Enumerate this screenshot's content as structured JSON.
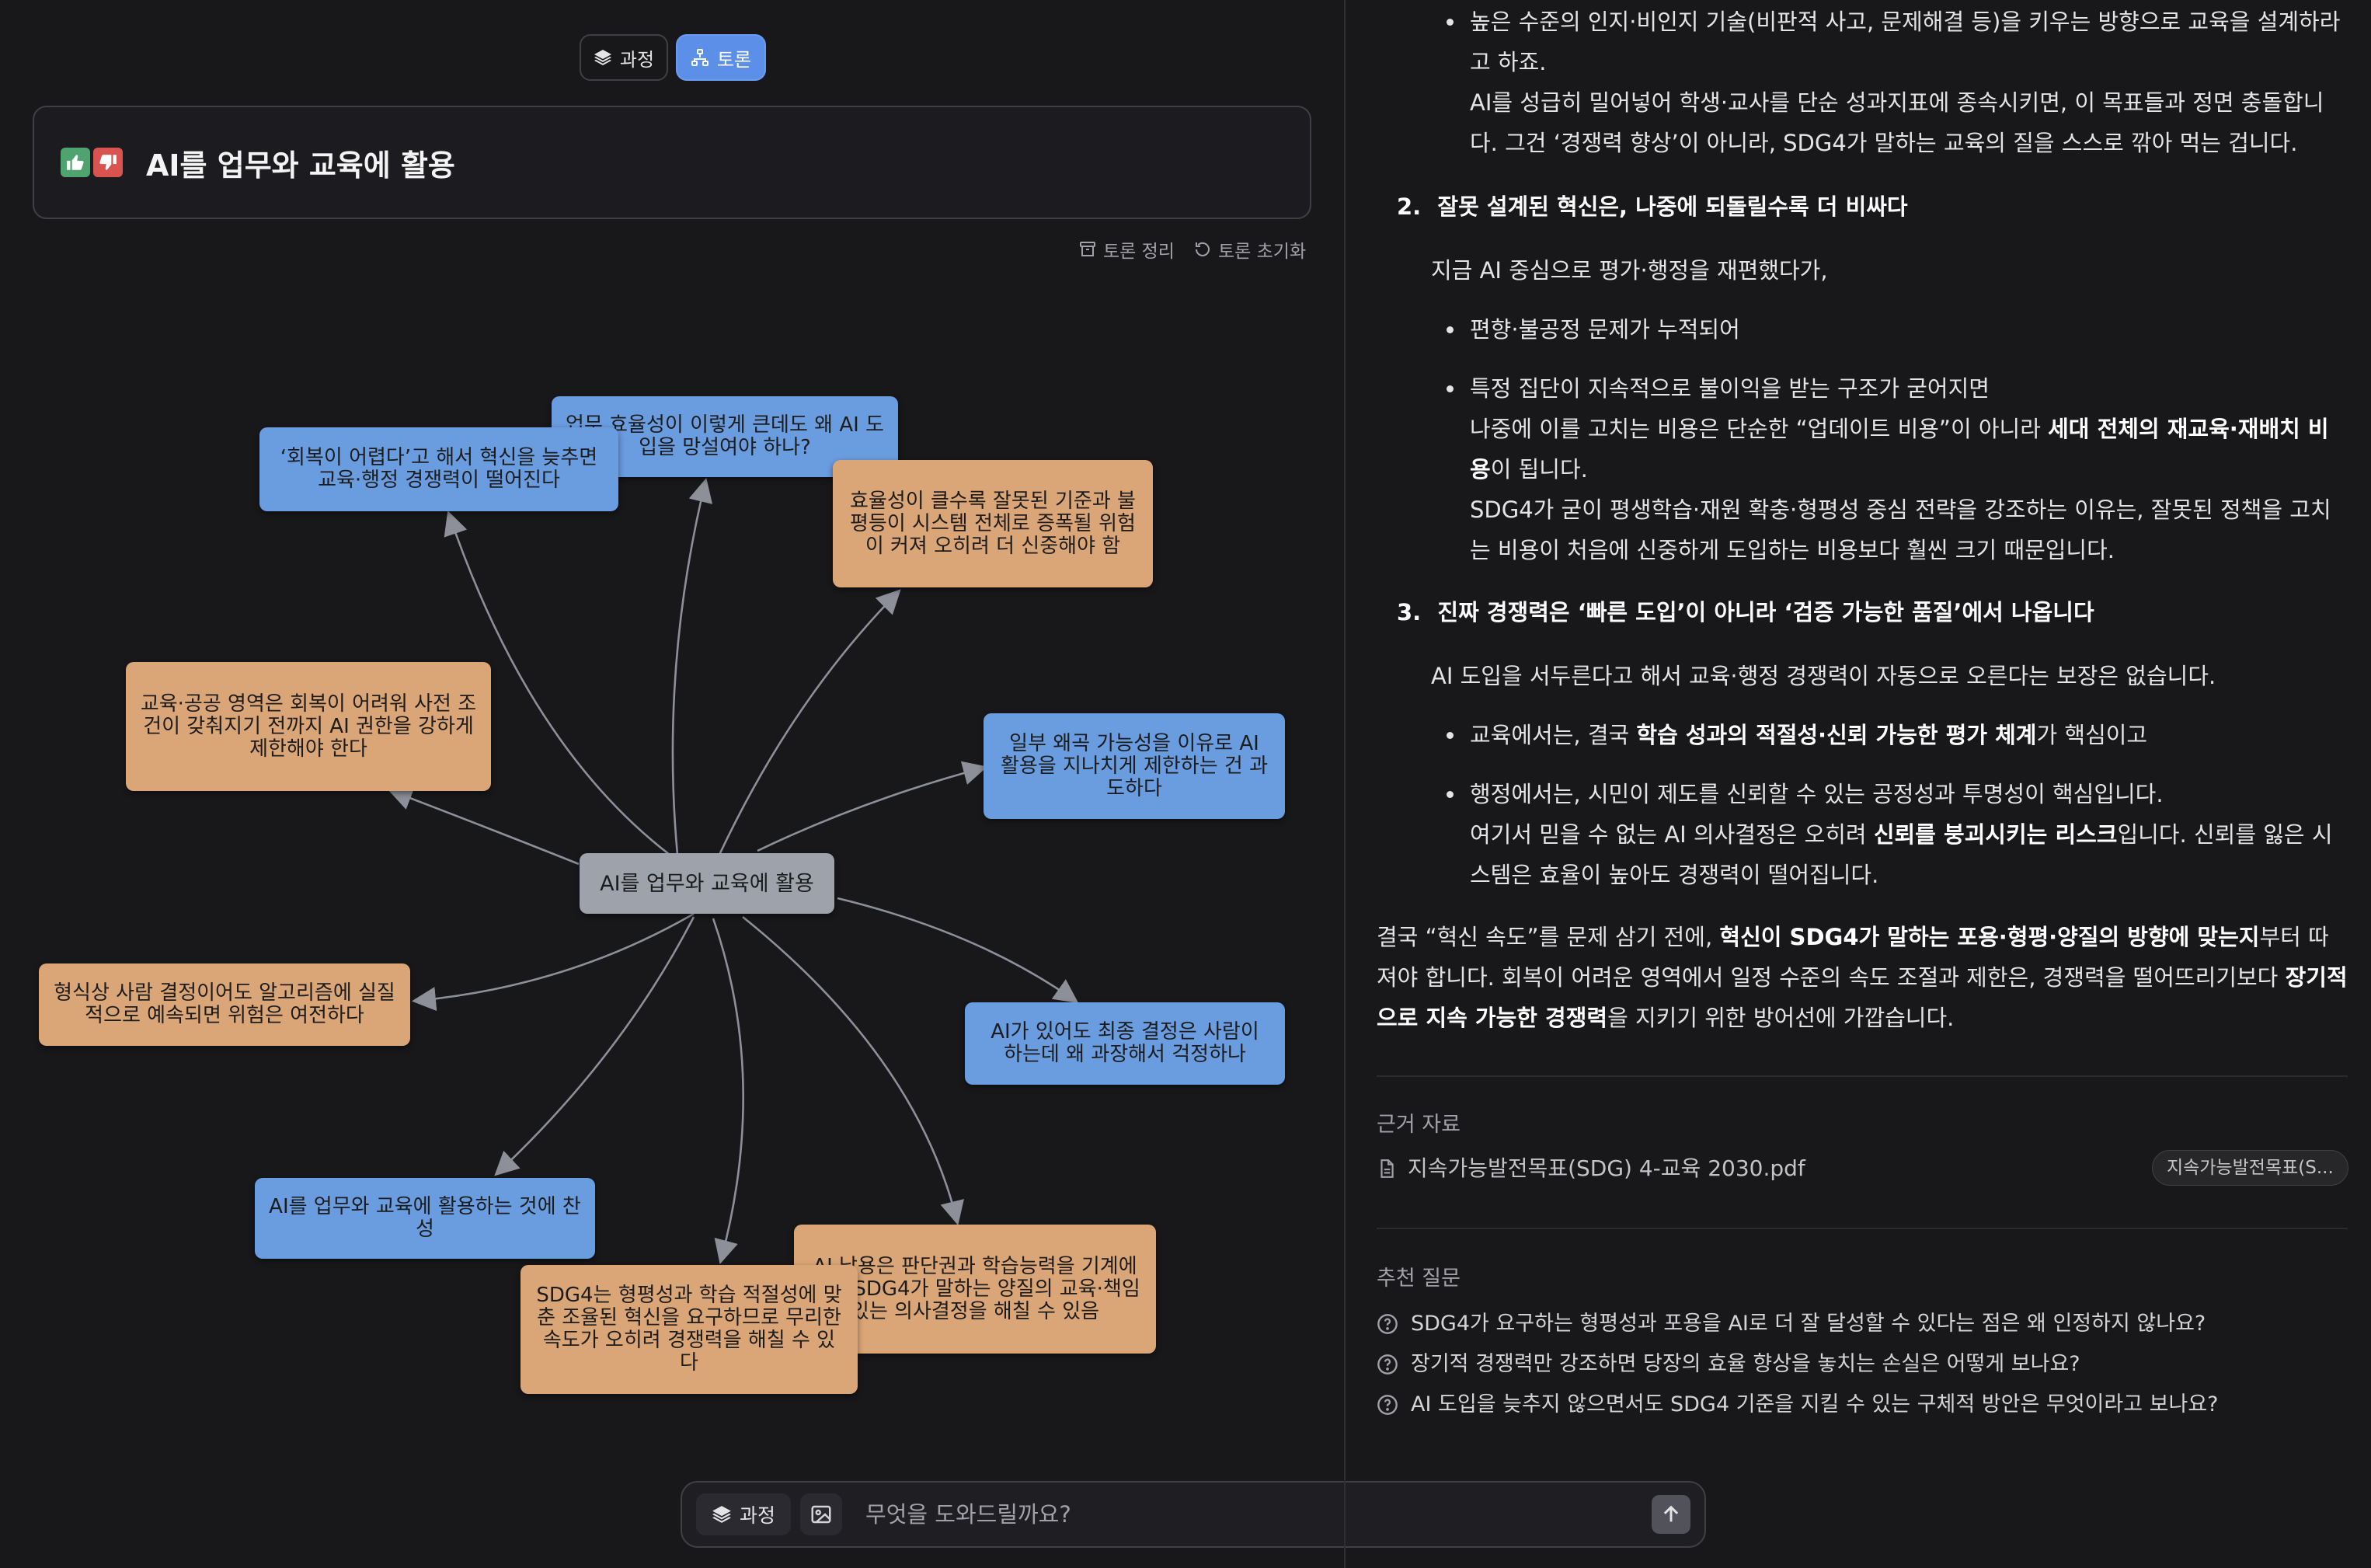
{
  "header": {
    "process_tab": "과정",
    "debate_tab": "토론"
  },
  "topic": {
    "title": "AI를 업무와 교육에 활용"
  },
  "tools": {
    "summary": "토론 정리",
    "reset": "토론 초기화"
  },
  "mindmap": {
    "center": "AI를 업무와 교육에 활용",
    "nodes": [
      {
        "id": "n1",
        "text": "업무 효율성이 이렇게 큰데도 왜 AI 도입을 망설여야 하나?",
        "color": "blue"
      },
      {
        "id": "n2",
        "text": "‘회복이 어렵다’고 해서 혁신을 늦추면 교육·행정 경쟁력이 떨어진다",
        "color": "blue"
      },
      {
        "id": "n3",
        "text": "효율성이 클수록 잘못된 기준과 불평등이 시스템 전체로 증폭될 위험이 커져 오히려 더 신중해야 함",
        "color": "tan"
      },
      {
        "id": "n4",
        "text": "교육·공공 영역은 회복이 어려워 사전 조건이 갖춰지기 전까지 AI 권한을 강하게 제한해야 한다",
        "color": "tan"
      },
      {
        "id": "n5",
        "text": "일부 왜곡 가능성을 이유로 AI 활용을 지나치게 제한하는 건 과도하다",
        "color": "blue"
      },
      {
        "id": "n6",
        "text": "형식상 사람 결정이어도 알고리즘에 실질적으로 예속되면 위험은 여전하다",
        "color": "tan"
      },
      {
        "id": "n7",
        "text": "AI가 있어도 최종 결정은 사람이 하는데 왜 과장해서 걱정하나",
        "color": "blue"
      },
      {
        "id": "n8",
        "text": "AI를 업무와 교육에 활용하는 것에 찬성",
        "color": "blue"
      },
      {
        "id": "n9",
        "text": "AI 남용은 판단권과 학습능력을 기계에 넘겨 SDG4가 말하는 양질의 교육·책임 있는 의사결정을 해칠 수 있음",
        "color": "tan"
      },
      {
        "id": "n10",
        "text": "SDG4는 형평성과 학습 적절성에 맞춘 조율된 혁신을 요구하므로 무리한 속도가 오히려 경쟁력을 해칠 수 있다",
        "color": "tan"
      }
    ]
  },
  "answer": {
    "bullet_top": "높은 수준의 인지·비인지 기술(비판적 사고, 문제해결 등)을 키우는 방향으로 교육을 설계하라고 하죠.",
    "bullet_top_cont": "AI를 성급히 밀어넣어 학생·교사를 단순 성과지표에 종속시키면, 이 목표들과 정면 충돌합니다. 그건 ‘경쟁력 향상’이 아니라, SDG4가 말하는 교육의 질을 스스로 깎아 먹는 겁니다.",
    "item2_num": "2.",
    "item2_title": "잘못 설계된 혁신은, 나중에 되돌릴수록 더 비싸다",
    "item2_lead": "지금 AI 중심으로 평가·행정을 재편했다가,",
    "item2_b1": "편향·불공정 문제가 누적되어",
    "item2_b2": "특정 집단이 지속적으로 불이익을 받는 구조가 굳어지면",
    "item2_b2_cont_a": "나중에 이를 고치는 비용은 단순한 “업데이트 비용”이 아니라 ",
    "item2_b2_cont_bold": "세대 전체의 재교육·재배치 비용",
    "item2_b2_cont_b": "이 됩니다.",
    "item2_b2_cont2": "SDG4가 굳이 평생학습·재원 확충·형평성 중심 전략을 강조하는 이유는, 잘못된 정책을 고치는 비용이 처음에 신중하게 도입하는 비용보다 훨씬 크기 때문입니다.",
    "item3_num": "3.",
    "item3_title": "진짜 경쟁력은 ‘빠른 도입’이 아니라 ‘검증 가능한 품질’에서 나옵니다",
    "item3_lead": "AI 도입을 서두른다고 해서 교육·행정 경쟁력이 자동으로 오른다는 보장은 없습니다.",
    "item3_b1_a": "교육에서는, 결국 ",
    "item3_b1_bold": "학습 성과의 적절성·신뢰 가능한 평가 체계",
    "item3_b1_b": "가 핵심이고",
    "item3_b2": "행정에서는, 시민이 제도를 신뢰할 수 있는 공정성과 투명성이 핵심입니다.",
    "item3_b2_cont_a": "여기서 믿을 수 없는 AI 의사결정은 오히려 ",
    "item3_b2_cont_bold": "신뢰를 붕괴시키는 리스크",
    "item3_b2_cont_b": "입니다. 신뢰를 잃은 시스템은 효율이 높아도 경쟁력이 떨어집니다.",
    "conclusion_a": "결국 “혁신 속도”를 문제 삼기 전에, ",
    "conclusion_bold1": "혁신이 SDG4가 말하는 포용·형평·양질의 방향에 맞는지",
    "conclusion_b": "부터 따져야 합니다. 회복이 어려운 영역에서 일정 수준의 속도 조절과 제한은, 경쟁력을 떨어뜨리기보다 ",
    "conclusion_bold2": "장기적으로 지속 가능한 경쟁력",
    "conclusion_c": "을 지키기 위한 방어선에 가깝습니다."
  },
  "references": {
    "label": "근거 자료",
    "file": "지속가능발전목표(SDG) 4-교육 2030.pdf",
    "chip": "지속가능발전목표(S..."
  },
  "suggestions": {
    "label": "추천 질문",
    "items": [
      "SDG4가 요구하는 형평성과 포용을 AI로 더 잘 달성할 수 있다는 점은 왜 인정하지 않나요?",
      "장기적 경쟁력만 강조하면 당장의 효율 향상을 놓치는 손실은 어떻게 보나요?",
      "AI 도입을 늦추지 않으면서도 SDG4 기준을 지킬 수 있는 구체적 방안은 무엇이라고 보나요?"
    ]
  },
  "composer": {
    "process_label": "과정",
    "placeholder": "무엇을 도와드릴까요?"
  },
  "colors": {
    "accent": "#5b8fe8",
    "node_blue": "#6a9ce0",
    "node_tan": "#dba677",
    "node_center": "#9ea3ab",
    "background": "#18181b"
  },
  "icons": {
    "process": "layers-icon",
    "debate": "network-icon",
    "summary": "archive-icon",
    "reset": "refresh-icon",
    "file": "file-icon",
    "question": "question-circle-icon",
    "image": "image-icon",
    "send": "arrow-up-icon"
  }
}
